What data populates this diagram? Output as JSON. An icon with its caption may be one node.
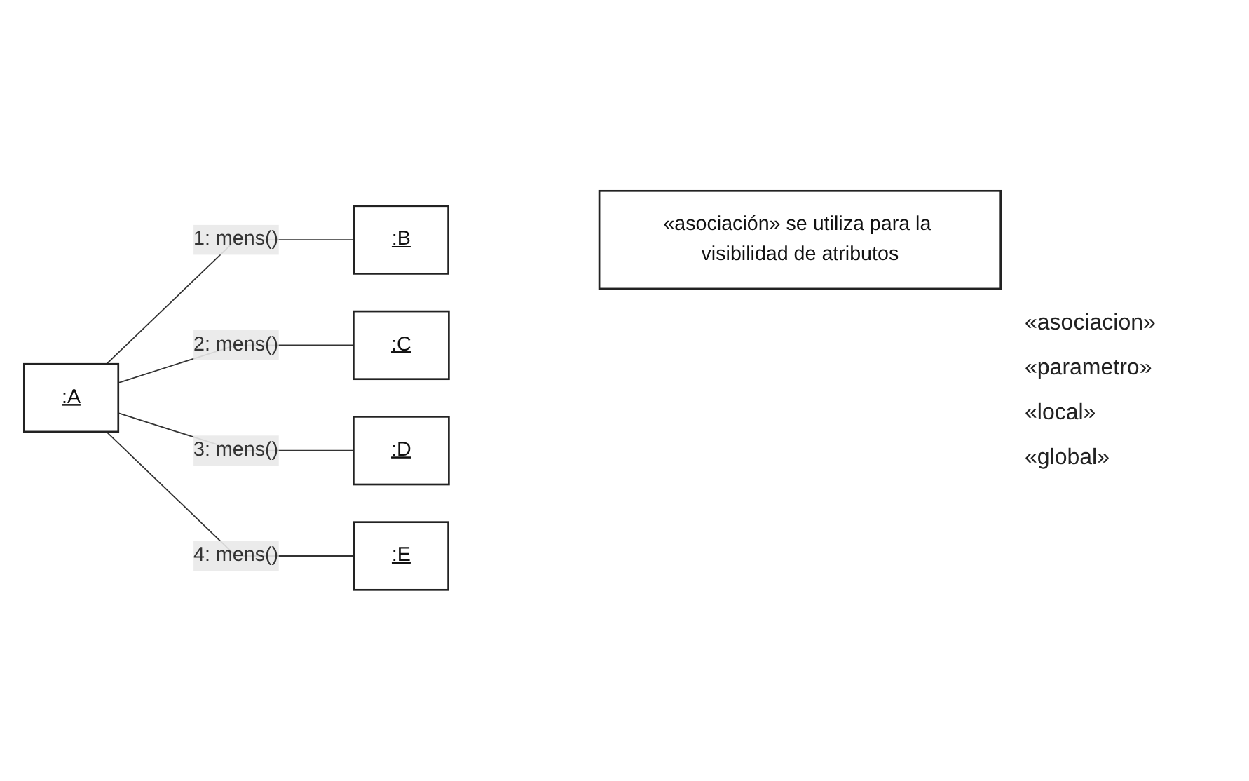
{
  "diagram": {
    "nodes": [
      {
        "text": [
          "«asociación» se utiliza para la visibilidad de atributos"
        ]
      },
      {
        "text": [
          ":A"
        ]
      },
      {
        "text": [
          ":B"
        ]
      },
      {
        "text": [
          ":C"
        ]
      },
      {
        "text": [
          ":D"
        ]
      },
      {
        "text": [
          ":E"
        ]
      }
    ],
    "edges": [
      {
        "from": 1,
        "to": 2,
        "arrow": "none",
        "label": "1: mens()"
      },
      {
        "from": 1,
        "to": 3,
        "arrow": "none",
        "label": "2: mens()"
      },
      {
        "from": 1,
        "to": 4,
        "arrow": "none",
        "label": "3: mens()"
      },
      {
        "from": 1,
        "to": 5,
        "arrow": "none",
        "label": "4: mens()"
      }
    ],
    "labels": [
      "«asociacion»",
      "«parametro»",
      "«local»",
      "«global»"
    ]
  }
}
